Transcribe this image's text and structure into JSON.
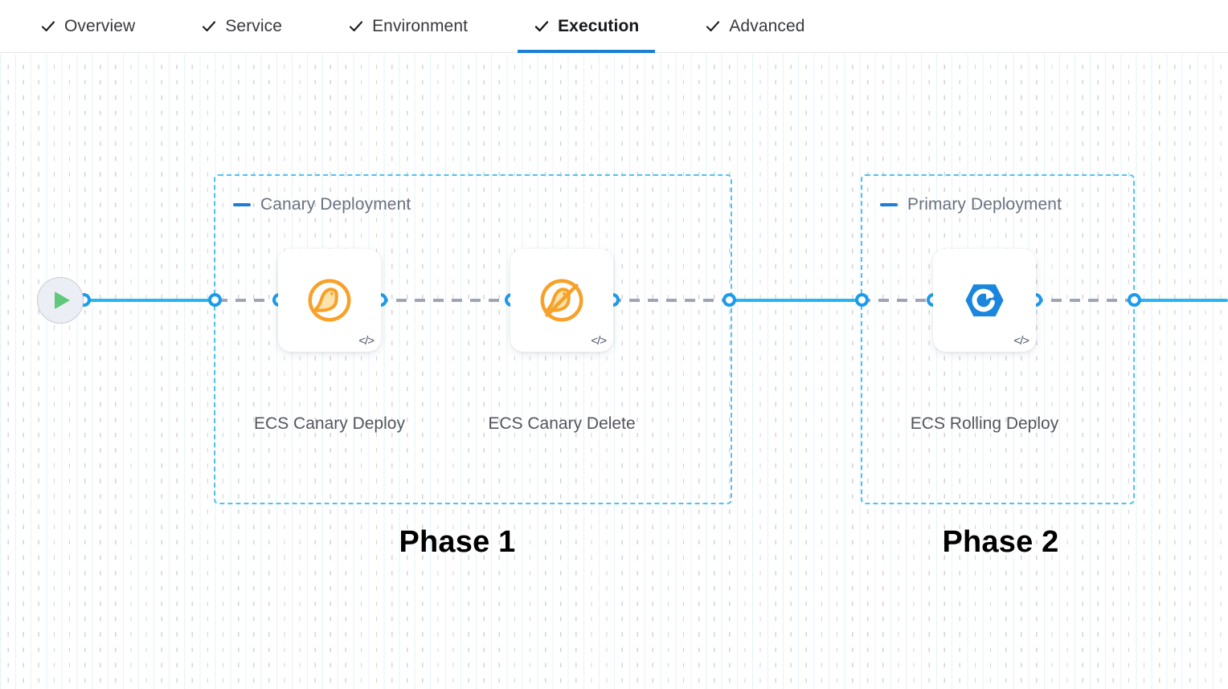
{
  "tabs": {
    "items": [
      {
        "label": "Overview",
        "icon": "check-icon",
        "active": false
      },
      {
        "label": "Service",
        "icon": "check-icon",
        "active": false
      },
      {
        "label": "Environment",
        "icon": "check-icon",
        "active": false
      },
      {
        "label": "Execution",
        "icon": "check-icon",
        "active": true
      },
      {
        "label": "Advanced",
        "icon": "check-icon",
        "active": false
      }
    ]
  },
  "colors": {
    "accent_blue": "#1b7fd4",
    "edge_blue": "#29b6f0",
    "port_blue": "#1b9ceb",
    "group_border": "#4ec3f0",
    "edge_dashed_gray": "#9fa3b5",
    "canary_orange": "#f7a128",
    "rolling_blue": "#1a86dd",
    "start_green": "#5fc87a",
    "label_gray": "#53565e",
    "group_title_gray": "#6b7280"
  },
  "canvas": {
    "start_node": {
      "name": "pipeline-start",
      "icon": "play-icon"
    },
    "groups": [
      {
        "title": "Canary Deployment",
        "collapse_icon": "minus-icon",
        "phase_label": "Phase 1",
        "steps": [
          {
            "label": "ECS Canary Deploy",
            "icon": "canary-deploy-icon",
            "badge": "</>"
          },
          {
            "label": "ECS Canary Delete",
            "icon": "canary-delete-icon",
            "badge": "</>"
          }
        ]
      },
      {
        "title": "Primary Deployment",
        "collapse_icon": "minus-icon",
        "phase_label": "Phase 2",
        "steps": [
          {
            "label": "ECS Rolling Deploy",
            "icon": "ecs-rolling-deploy-icon",
            "badge": "</>"
          }
        ]
      }
    ]
  }
}
